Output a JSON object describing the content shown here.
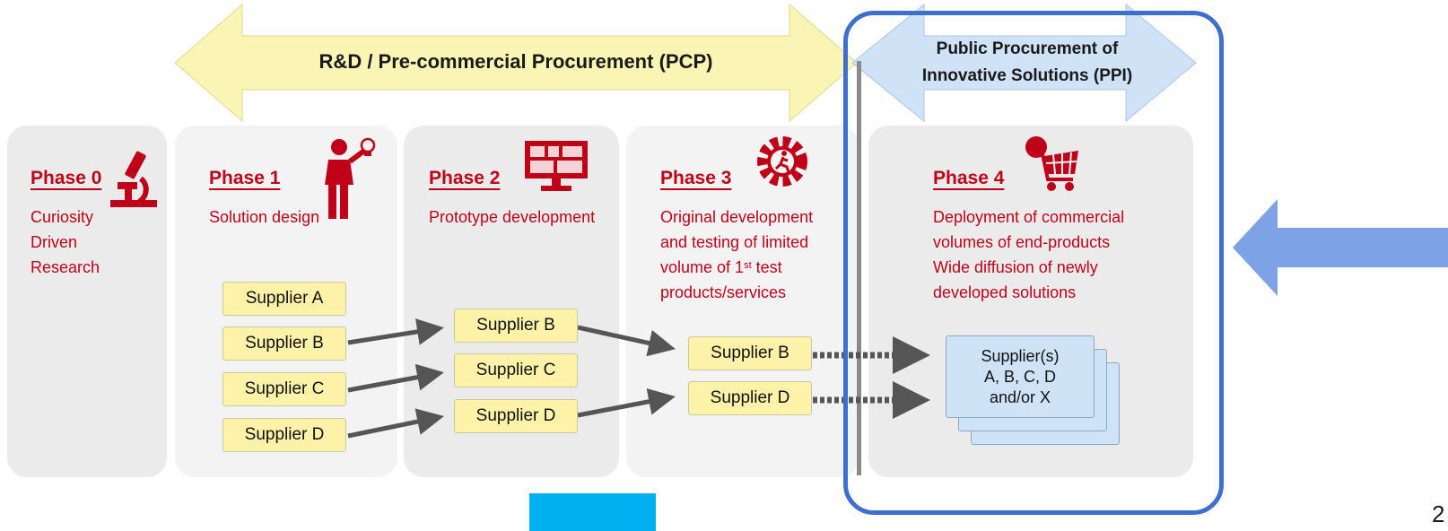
{
  "banners": {
    "pcp": "R&D / Pre-commercial Procurement (PCP)",
    "ppi_line1": "Public Procurement of",
    "ppi_line2": "Innovative Solutions (PPI)"
  },
  "phases": [
    {
      "title": "Phase 0",
      "desc": [
        "Curiosity",
        "Driven",
        "Research"
      ],
      "icon": "microscope-icon"
    },
    {
      "title": "Phase 1",
      "desc": [
        "Solution design"
      ],
      "icon": "person-idea-icon"
    },
    {
      "title": "Phase 2",
      "desc": [
        "Prototype development"
      ],
      "icon": "dashboard-monitor-icon"
    },
    {
      "title": "Phase 3",
      "desc": [
        "Original development",
        "and testing of limited"
      ],
      "desc_pre": "volume of 1",
      "desc_sup": "st",
      "desc_post": " test",
      "desc_last": "products/services",
      "icon": "gear-runner-icon"
    },
    {
      "title": "Phase 4",
      "desc": [
        "Deployment of commercial",
        "volumes of end-products",
        "Wide diffusion of newly",
        "developed solutions"
      ],
      "icon": "shopping-cart-icon"
    }
  ],
  "suppliers": {
    "phase1": [
      "Supplier A",
      "Supplier B",
      "Supplier C",
      "Supplier D"
    ],
    "phase2": [
      "Supplier B",
      "Supplier C",
      "Supplier D"
    ],
    "phase3": [
      "Supplier B",
      "Supplier D"
    ],
    "phase4": [
      "Supplier(s)",
      "A, B, C, D",
      "and/or X"
    ]
  },
  "page_number": "2",
  "colors": {
    "phase_red": "#c00018",
    "pcp_arrow": "#fbf5b5",
    "ppi_arrow": "#cfe2f6",
    "highlight_border": "#3e6fd0",
    "side_arrow": "#7ea2e6",
    "bottom_rect": "#00b0f0"
  }
}
